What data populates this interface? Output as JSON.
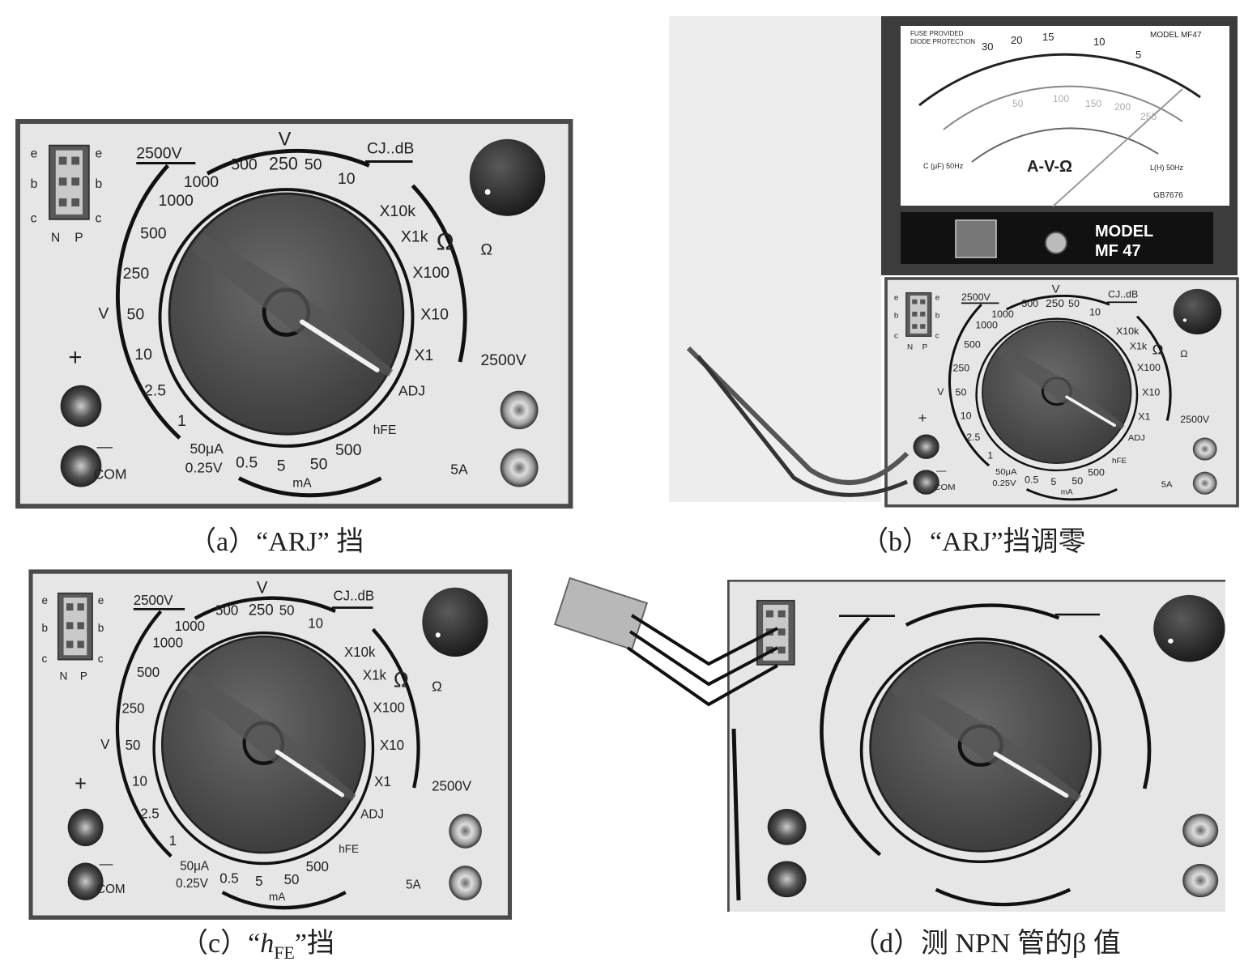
{
  "captions": {
    "a": "（a）“ARJ” 挡",
    "b": "（b）“ARJ”挡调零",
    "c": "（c）“",
    "c_sub_main": "h",
    "c_sub": "FE",
    "c_end": "”挡",
    "d": "（d）测 NPN 管的β 值"
  },
  "panel": {
    "v_arc_top": "V",
    "v_250": "250",
    "v_left_labels": [
      "1000",
      "500",
      "250",
      "50",
      "10",
      "2.5",
      "1"
    ],
    "v_top_labels": [
      "1000",
      "500",
      "50",
      "10"
    ],
    "ohm_labels": [
      "X10k",
      "X1k",
      "X100",
      "X10",
      "X1"
    ],
    "ma_labels": [
      "0.5",
      "5",
      "50",
      "500"
    ],
    "label_2500v": "2500V",
    "label_cjdb": "CJ..dB",
    "label_omega": "Ω",
    "label_omega_small": "Ω",
    "label_v_side": "V",
    "label_ua": "50μA",
    "label_025v": "0.25V",
    "label_ma": "mA",
    "label_adj": "ADJ",
    "label_hfe": "hFE",
    "label_plus": "+",
    "label_minus": "—",
    "label_com": "COM",
    "label_2500v_term": "2500V",
    "label_5a": "5A",
    "socket_e": "e",
    "socket_b": "b",
    "socket_c": "c",
    "socket_n": "N",
    "socket_p": "P"
  },
  "meter": {
    "fuse1": "FUSE PROVIDED",
    "fuse2": "DIODE PROTECTION",
    "model_small": "MODEL  MF47",
    "scale_top": [
      "30",
      "20",
      "15",
      "10",
      "5"
    ],
    "scale_second": [
      "50",
      "100",
      "150",
      "200",
      "250"
    ],
    "label_avo": "A-V-Ω",
    "label_c": "C (μF) 50Hz",
    "label_l": "L(H) 50Hz",
    "serial": "GB7676",
    "brand_model": "MODEL",
    "brand_number": "MF 47"
  }
}
